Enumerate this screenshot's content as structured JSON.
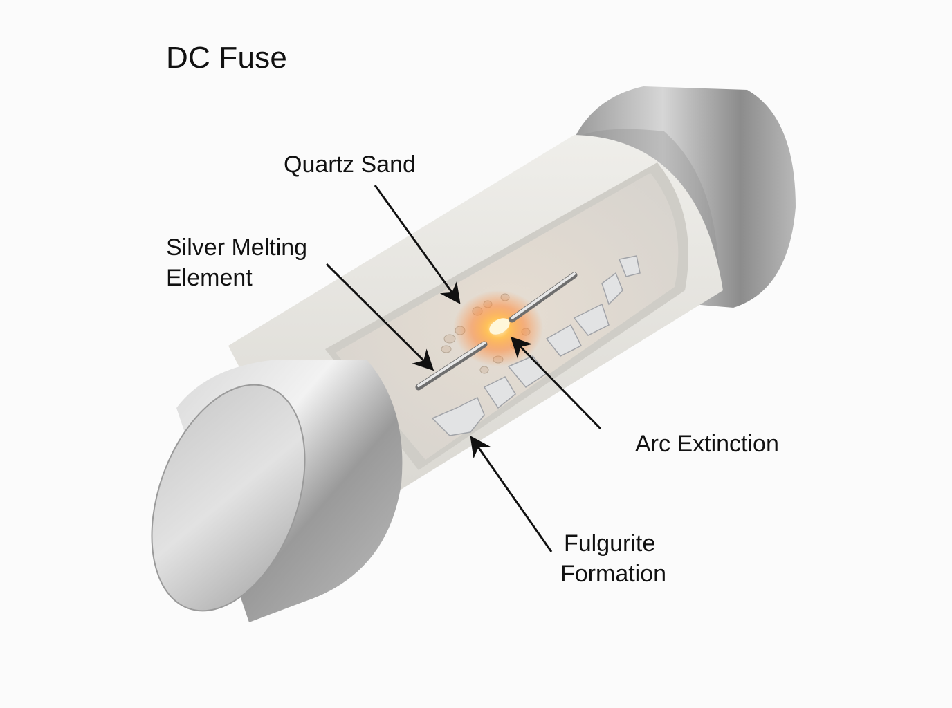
{
  "title": "DC Fuse",
  "labels": {
    "quartz_sand": [
      "Quartz Sand"
    ],
    "silver_melting_element": [
      "Silver Melting",
      "Element"
    ],
    "arc_extinction": [
      "Arc Extinction"
    ],
    "fulgurite_formation": [
      "Fulgurite",
      "Formation"
    ]
  },
  "colors": {
    "background": "#fbfbfb",
    "text": "#111111",
    "arrow": "#111111",
    "end_cap_metal": "#a9a9a9",
    "ceramic_body": "#e9e7e2",
    "sand": "#dcd8d2",
    "arc_glow": "#ff9a3c",
    "arc_core": "#fff3c8"
  }
}
